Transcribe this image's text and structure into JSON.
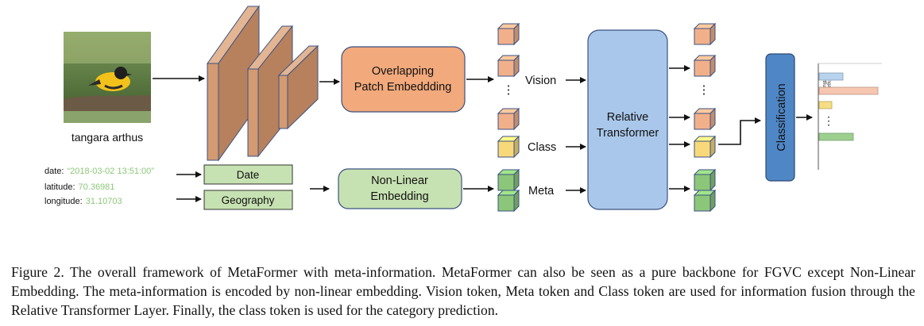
{
  "figure": {
    "image_label": "tangara arthus",
    "meta_info": {
      "date_key": "date:",
      "date_value": "“2018-03-02 13:51:00”",
      "latitude_key": "latitude:",
      "latitude_value": "70.36981",
      "longitude_key": "longitude:",
      "longitude_value": "31.10703"
    },
    "boxes": {
      "patch_embedding": [
        "Overlapping",
        "Patch Embeddding"
      ],
      "date": "Date",
      "geography": "Geography",
      "non_linear": [
        "Non-Linear",
        "Embedding"
      ],
      "relative_transformer": [
        "Relative",
        "Transformer"
      ],
      "classification": "Classification"
    },
    "token_labels": {
      "vision": "Vision",
      "class": "Class",
      "meta": "Meta"
    },
    "ellipsis": "⋮",
    "output_chart": {
      "class_label": [
        "Tangara",
        "arthus"
      ],
      "bars": [
        {
          "color": "#b7d3ee",
          "value": 0.4
        },
        {
          "color": "#f7c6b0",
          "value": 1.0
        },
        {
          "color": "#f6dd84",
          "value": 0.22
        },
        {
          "color": "#9dd08f",
          "value": 0.58
        }
      ]
    },
    "colors": {
      "conv": "#d49a72",
      "patch_box": "#f2a97c",
      "green_box": "#c7e2b2",
      "transformer": "#a9c7ea",
      "classification": "#4f86c6",
      "vision_token": "#f2b08a",
      "class_token": "#f8d97a",
      "meta_token": "#8cc779",
      "meta_value": "#8cc779",
      "outline": "#3b5281"
    }
  },
  "caption": "Figure 2. The overall framework of MetaFormer with meta-information. MetaFormer can also be seen as a pure backbone for FGVC except Non-Linear Embedding. The meta-information is encoded by non-linear embedding. Vision token, Meta token and Class token are used for information fusion through the Relative Transformer Layer. Finally, the class token is used for the category prediction."
}
